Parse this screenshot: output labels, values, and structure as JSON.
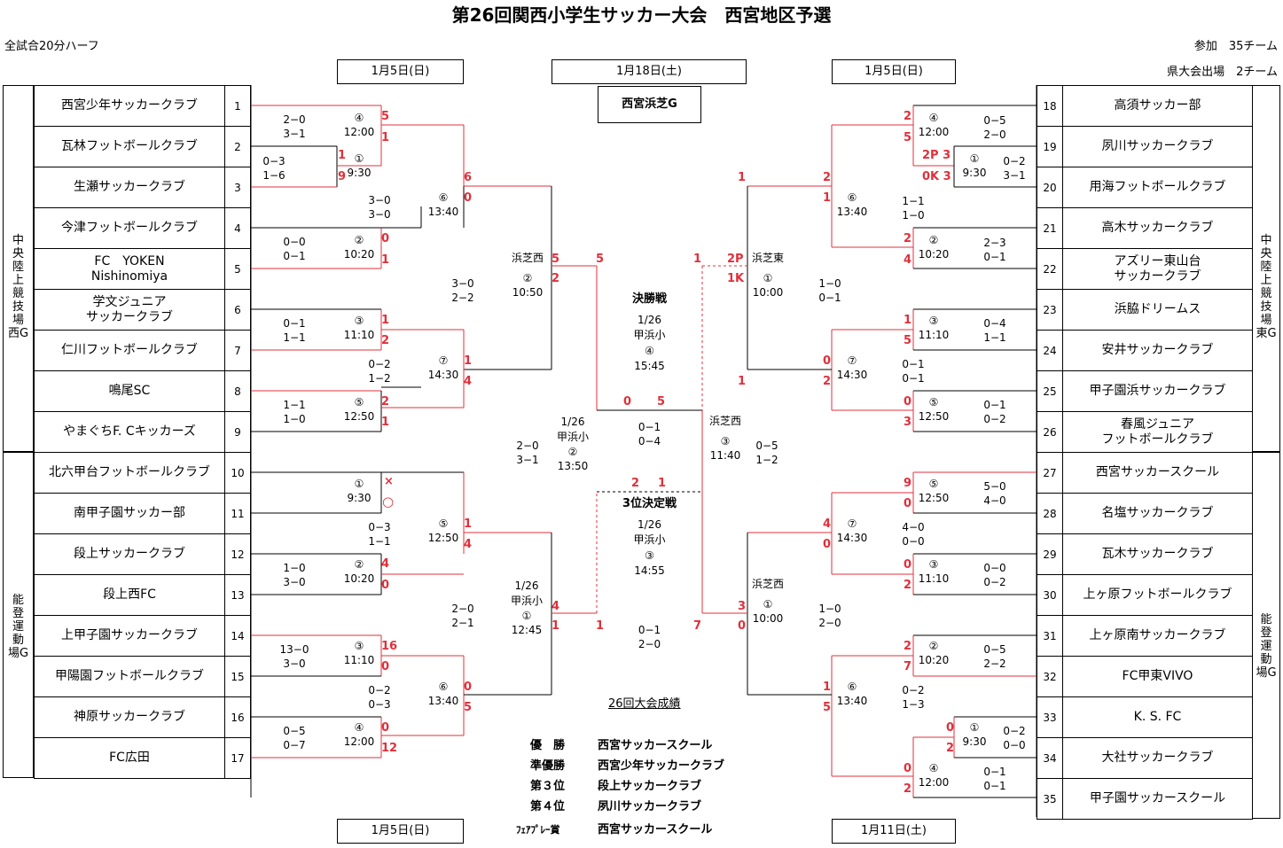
{
  "title": "第26回関西小学生サッカー大会　西宮地区予選",
  "notes": {
    "left": "全試合20分ハーフ",
    "right1": "参加　35チーム",
    "right2": "県大会出場　2チーム"
  },
  "dates": {
    "top_left": "1月5日(日)",
    "top_center": "1月18日(土)",
    "top_right": "1月5日(日)",
    "bottom_left": "1月5日(日)",
    "bottom_right": "1月11日(土)"
  },
  "venue_center": "西宮浜芝G",
  "grounds": {
    "left_top": "中\n央\n陸\n上\n競\n技\n場\n西G",
    "left_bottom": "能\n登\n運\n動\n場G",
    "right_top": "中\n央\n陸\n上\n競\n技\n場\n東G",
    "right_bottom": "能\n登\n運\n動\n場G"
  },
  "teams_left": [
    {
      "no": "1",
      "name": "西宮少年サッカークラブ"
    },
    {
      "no": "2",
      "name": "瓦林フットボールクラブ"
    },
    {
      "no": "3",
      "name": "生瀬サッカークラブ"
    },
    {
      "no": "4",
      "name": "今津フットボールクラブ"
    },
    {
      "no": "5",
      "name": "FC　YOKEN\nNishinomiya"
    },
    {
      "no": "6",
      "name": "学文ジュニア\nサッカークラブ"
    },
    {
      "no": "7",
      "name": "仁川フットボールクラブ"
    },
    {
      "no": "8",
      "name": "鳴尾SC"
    },
    {
      "no": "9",
      "name": "やまぐちF. Cキッカーズ"
    },
    {
      "no": "10",
      "name": "北六甲台フットボールクラブ"
    },
    {
      "no": "11",
      "name": "南甲子園サッカー部"
    },
    {
      "no": "12",
      "name": "段上サッカークラブ"
    },
    {
      "no": "13",
      "name": "段上西FC"
    },
    {
      "no": "14",
      "name": "上甲子園サッカークラブ"
    },
    {
      "no": "15",
      "name": "甲陽園フットボールクラブ"
    },
    {
      "no": "16",
      "name": "神原サッカークラブ"
    },
    {
      "no": "17",
      "name": "FC広田"
    }
  ],
  "teams_right": [
    {
      "no": "18",
      "name": "高須サッカー部"
    },
    {
      "no": "19",
      "name": "夙川サッカークラブ"
    },
    {
      "no": "20",
      "name": "用海フットボールクラブ"
    },
    {
      "no": "21",
      "name": "高木サッカークラブ"
    },
    {
      "no": "22",
      "name": "アズリー東山台\nサッカークラブ"
    },
    {
      "no": "23",
      "name": "浜脇ドリームス"
    },
    {
      "no": "24",
      "name": "安井サッカークラブ"
    },
    {
      "no": "25",
      "name": "甲子園浜サッカークラブ"
    },
    {
      "no": "26",
      "name": "春風ジュニア\nフットボールクラブ"
    },
    {
      "no": "27",
      "name": "西宮サッカースクール"
    },
    {
      "no": "28",
      "name": "名塩サッカークラブ"
    },
    {
      "no": "29",
      "name": "瓦木サッカークラブ"
    },
    {
      "no": "30",
      "name": "上ヶ原フットボールクラブ"
    },
    {
      "no": "31",
      "name": "上ヶ原南サッカークラブ"
    },
    {
      "no": "32",
      "name": "FC甲東VIVO"
    },
    {
      "no": "33",
      "name": "K. S. FC"
    },
    {
      "no": "34",
      "name": "大社サッカークラブ"
    },
    {
      "no": "35",
      "name": "甲子園サッカースクール"
    }
  ],
  "matches": {
    "L1": {
      "label": "①\n9:30",
      "halves": "0−3\n1−6"
    },
    "L2": {
      "label": "④\n12:00",
      "halves": "2−0\n3−1"
    },
    "L3": {
      "label": "②\n10:20",
      "halves": "0−0\n0−1"
    },
    "L4": {
      "label": "⑥\n13:40",
      "halves": "3−0\n3−0"
    },
    "L5": {
      "label": "③\n11:10",
      "halves": "0−1\n1−1"
    },
    "L6": {
      "label": "⑤\n12:50",
      "halves": "1−1\n1−0"
    },
    "L7": {
      "label": "⑦\n14:30",
      "halves": "0−2\n1−2"
    },
    "L8": {
      "label": "②\n10:50",
      "halves": "3−0\n2−2",
      "venue": "浜芝西"
    },
    "L9": {
      "label": "①\n9:30"
    },
    "L10": {
      "label": "⑤\n12:50",
      "halves": "0−3\n1−1"
    },
    "L11": {
      "label": "②\n10:20",
      "halves": "1−0\n3−0"
    },
    "L12": {
      "label": "③\n11:10",
      "halves": "13−0\n3−0"
    },
    "L13": {
      "label": "⑥\n13:40",
      "halves": "0−2\n0−3"
    },
    "L14": {
      "label": "④\n12:00",
      "halves": "0−5\n0−7"
    },
    "L15": {
      "label": "1/26\n甲浜小\n①\n12:45",
      "halves": "2−0\n2−1"
    },
    "C1": {
      "label": "1/26\n甲浜小\n②\n13:50",
      "halves": "2−0\n3−1"
    },
    "R1": {
      "label": "④\n12:00",
      "halves": "0−5\n2−0"
    },
    "R2": {
      "label": "①\n9:30",
      "halves": "0−2\n3−1"
    },
    "R3": {
      "label": "⑥\n13:40",
      "halves": "1−1\n1−0"
    },
    "R4": {
      "label": "②\n10:20",
      "halves": "2−3\n0−1"
    },
    "R5": {
      "label": "①\n10:00",
      "halves": "1−0\n0−1",
      "venue": "浜芝東"
    },
    "R6": {
      "label": "③\n11:10",
      "halves": "0−4\n1−1"
    },
    "R7": {
      "label": "⑦\n14:30",
      "halves": "0−1\n0−1"
    },
    "R8": {
      "label": "⑤\n12:50",
      "halves": "0−1\n0−2"
    },
    "R9": {
      "label": "③\n11:40",
      "halves": "0−5\n1−2",
      "venue": "浜芝西"
    },
    "R10": {
      "label": "⑤\n12:50",
      "halves": "5−0\n4−0"
    },
    "R11": {
      "label": "⑦\n14:30",
      "halves": "4−0\n0−0"
    },
    "R12": {
      "label": "③\n11:10",
      "halves": "0−0\n0−2"
    },
    "R13": {
      "label": "①\n10:00",
      "halves": "1−0\n2−0",
      "venue": "浜芝西"
    },
    "R14": {
      "label": "②\n10:20",
      "halves": "0−5\n2−2"
    },
    "R15": {
      "label": "⑥\n13:40",
      "halves": "0−2\n1−3"
    },
    "R16": {
      "label": "①\n9:30",
      "halves": "0−2\n0−0"
    },
    "R17": {
      "label": "④\n12:00",
      "halves": "0−1\n0−1"
    }
  },
  "final": {
    "title": "決勝戦",
    "label": "1/26\n甲浜小\n④\n15:45",
    "halves": "0−1\n0−4"
  },
  "third": {
    "title": "3位決定戦",
    "label": "1/26\n甲浜小\n③\n14:55",
    "halves": "0−1\n2−0"
  },
  "results": {
    "header": "26回大会成績",
    "rows": [
      {
        "rank": "優　勝",
        "team": "西宮サッカースクール"
      },
      {
        "rank": "準優勝",
        "team": "西宮少年サッカークラブ"
      },
      {
        "rank": "第３位",
        "team": "段上サッカークラブ"
      },
      {
        "rank": "第４位",
        "team": "夙川サッカークラブ"
      },
      {
        "rank": "ﾌｪｱﾌﾟﾚｰ賞",
        "team": "西宮サッカースクール"
      }
    ]
  },
  "colors": {
    "win": "#e0303b",
    "line": "#000000"
  }
}
